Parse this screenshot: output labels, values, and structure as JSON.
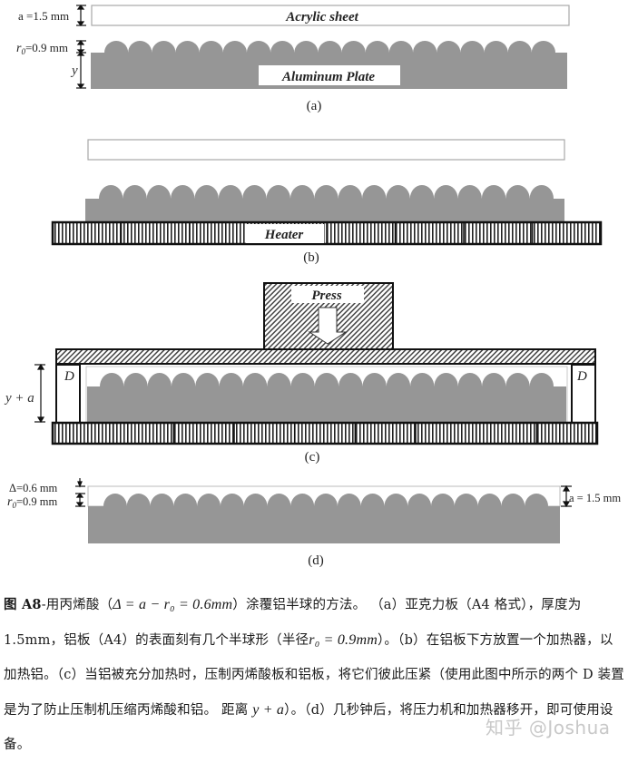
{
  "figure": {
    "panel_a": {
      "label": "(a)",
      "acrylic_label": "Acrylic sheet",
      "plate_label": "Aluminum Plate",
      "dim_a": "a  =1.5 mm",
      "dim_r0_symbol": "r",
      "dim_r0_sub": "0",
      "dim_r0_value": "=0.9 mm",
      "dim_y": "y"
    },
    "panel_b": {
      "label": "(b)",
      "heater_label": "Heater"
    },
    "panel_c": {
      "label": "(c)",
      "press_label": "Press",
      "spacer_left": "D",
      "spacer_right": "D",
      "dim_ya": "y + a"
    },
    "panel_d": {
      "label": "(d)",
      "dim_delta": "Δ=0.6 mm",
      "dim_r0_symbol": "r",
      "dim_r0_sub": "0",
      "dim_r0_value": "=0.9 mm",
      "dim_a": "a = 1.5 mm"
    },
    "bump_count": 19,
    "colors": {
      "aluminum": "#969696",
      "acrylic_border": "#a8a8a8",
      "outline": "#111111"
    }
  },
  "caption": {
    "fig_id": "图 A8",
    "segments": [
      "-用丙烯酸（",
      "Δ = a − r₀ = 0.6mm",
      "）涂覆铝半球的方法。 （a）亚克力板（A4 格式），厚度为 1.5mm，铝板（A4）的表面刻有几个半球形（半径",
      "r₀ = 0.9mm",
      "）。（b）在铝板下方放置一个加热器，以加热铝。（c）当铝被充分加热时，压制丙烯酸板和铝板，将它们彼此压紧（使用此图中所示的两个 D 装置是为了防止压制机压缩丙烯酸和铝。 距离 ",
      "y + a",
      "）。（d）几秒钟后，将压力机和加热器移开，即可使用设备。"
    ]
  },
  "watermark": "知乎 @Joshua"
}
